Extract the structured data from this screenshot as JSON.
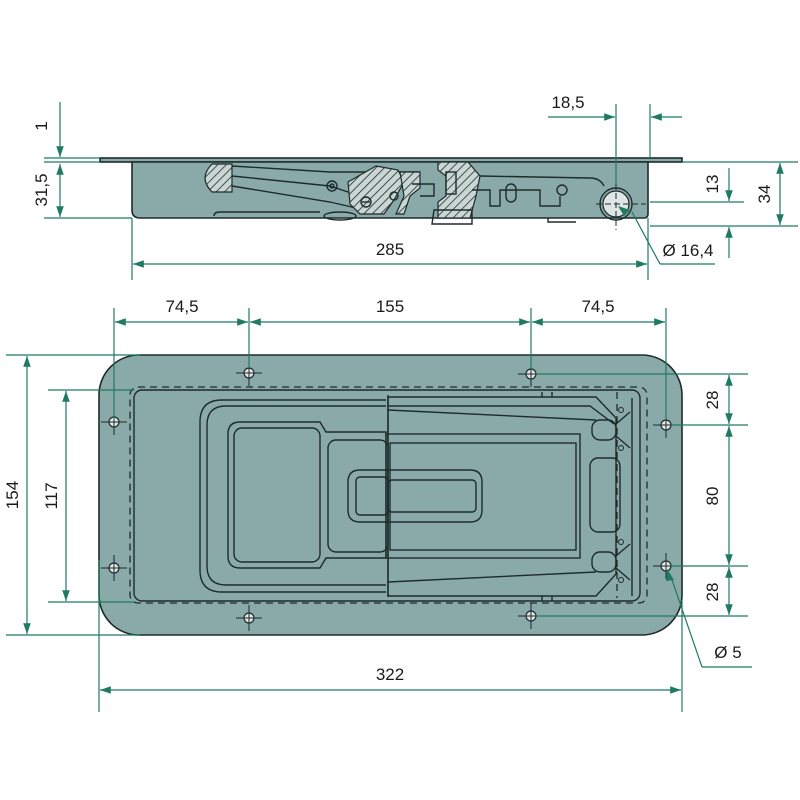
{
  "drawing": {
    "type": "technical-drawing",
    "subject": "recessed paddle latch / lock",
    "colors": {
      "body_fill": "#89aaa9",
      "outline": "#1e2b2b",
      "dimension_line": "#1f7a62",
      "text": "#1a1a1a"
    }
  },
  "side_view": {
    "dimensions": {
      "flange_thickness": "1",
      "body_depth": "31,5",
      "body_length": "285",
      "pin_offset": "18,5",
      "pin_height": "13",
      "total_height": "34",
      "pin_diameter": "Ø 16,4"
    }
  },
  "plan_view": {
    "dimensions": {
      "hole_spacing_left": "74,5",
      "hole_spacing_middle": "155",
      "hole_spacing_right": "74,5",
      "total_height": "154",
      "inner_height": "117",
      "right_top_offset": "28",
      "right_hole_spacing": "80",
      "right_bottom_offset": "28",
      "total_length": "322",
      "hole_diameter": "Ø 5"
    }
  }
}
